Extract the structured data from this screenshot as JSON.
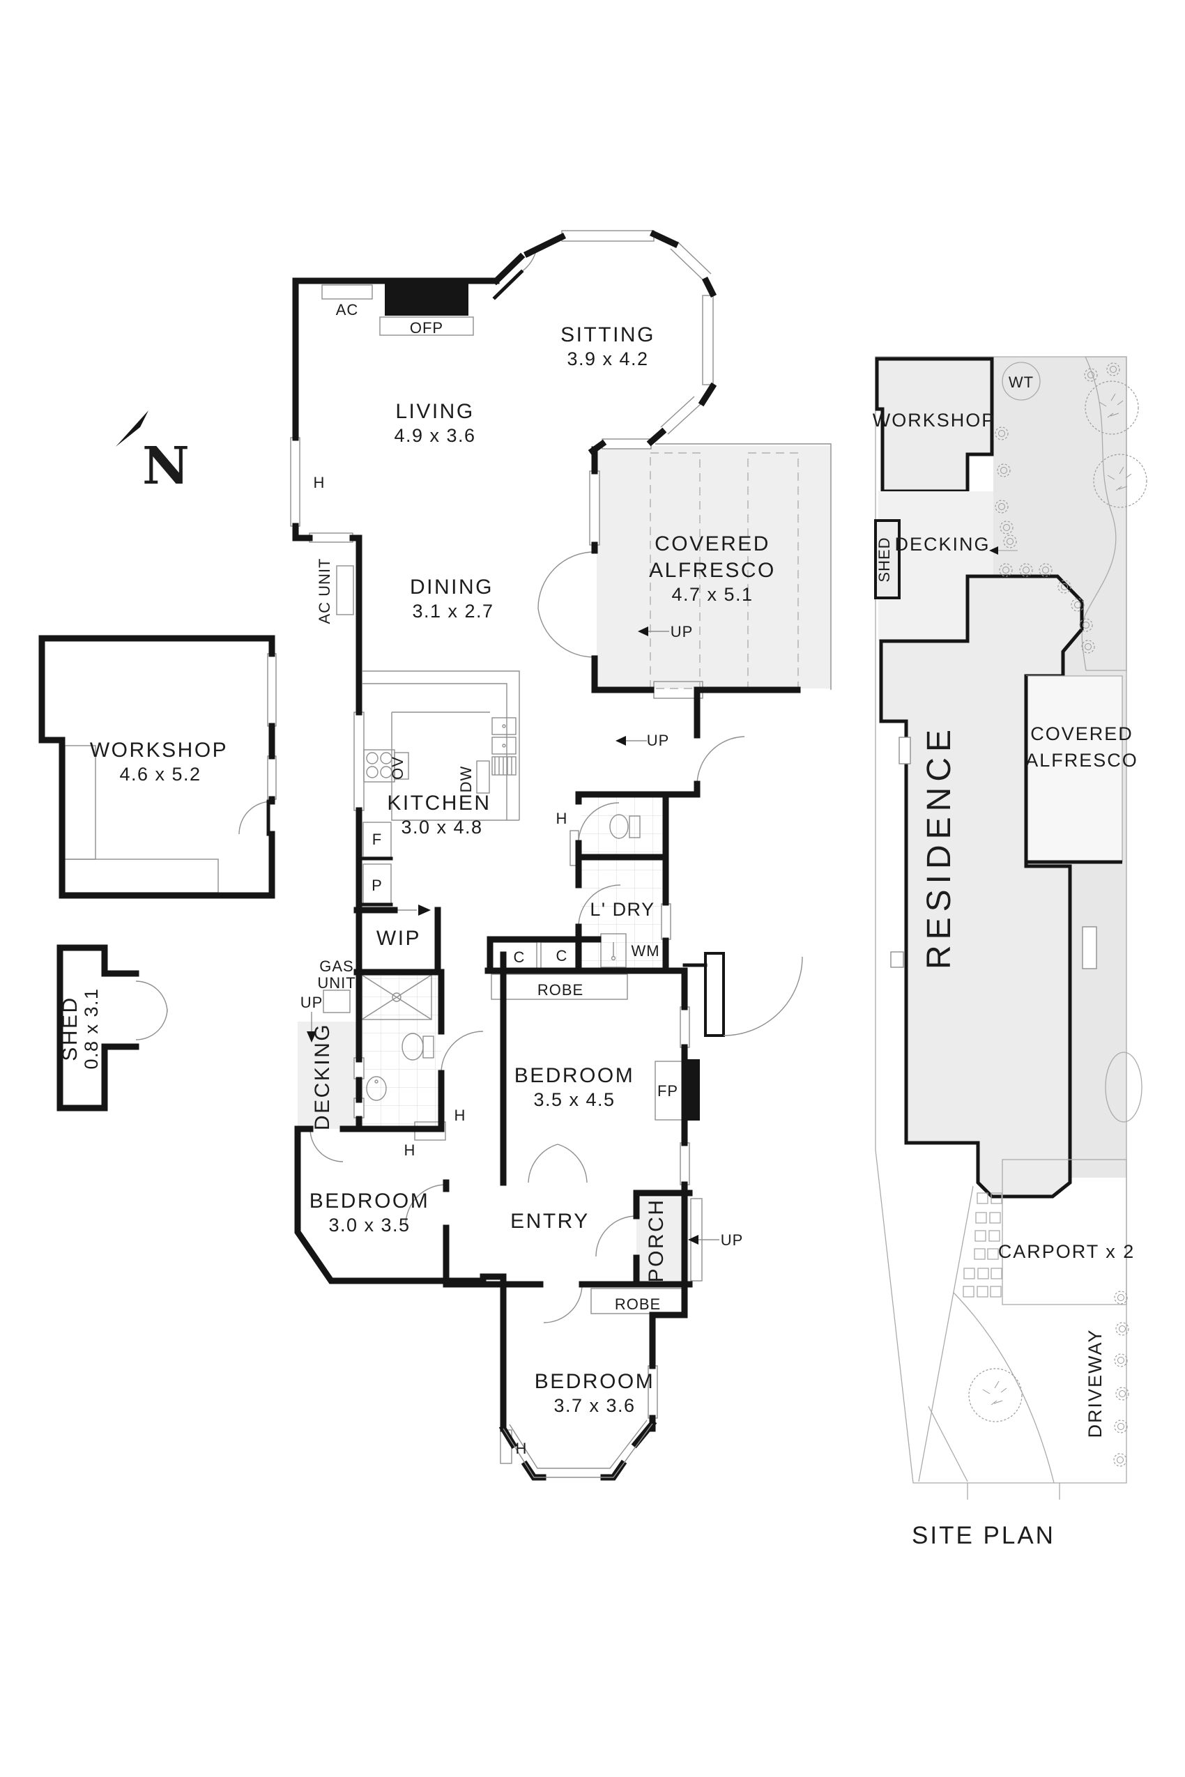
{
  "compass": {
    "north": "N"
  },
  "floor_plan": {
    "rooms": {
      "sitting": {
        "name": "SITTING",
        "dims": "3.9 x 4.2"
      },
      "living": {
        "name": "LIVING",
        "dims": "4.9 x 3.6"
      },
      "dining": {
        "name": "DINING",
        "dims": "3.1 x 2.7"
      },
      "kitchen": {
        "name": "KITCHEN",
        "dims": "3.0 x 4.8"
      },
      "covered_alfresco": {
        "line1": "COVERED",
        "line2": "ALFRESCO",
        "dims": "4.7 x 5.1"
      },
      "laundry": {
        "name": "L' DRY"
      },
      "wip": {
        "name": "WIP"
      },
      "bedroom_main": {
        "name": "BEDROOM",
        "dims": "3.5 x 4.5"
      },
      "bedroom_west": {
        "name": "BEDROOM",
        "dims": "3.0 x 3.5"
      },
      "bedroom_south": {
        "name": "BEDROOM",
        "dims": "3.7 x 3.6"
      },
      "entry": {
        "name": "ENTRY"
      },
      "porch": {
        "name": "PORCH"
      },
      "decking": {
        "name": "DECKING"
      },
      "workshop": {
        "name": "WORKSHOP",
        "dims": "4.6 x 5.2"
      },
      "shed": {
        "name": "SHED",
        "dims": "0.8 x 3.1"
      }
    },
    "labels": {
      "ac": "AC",
      "ofp": "OFP",
      "ac_unit": "AC UNIT",
      "ov": "OV",
      "dw": "DW",
      "f": "F",
      "p": "P",
      "gas_line1": "GAS",
      "gas_line2": "UNIT",
      "up": "UP",
      "c": "C",
      "wm": "WM",
      "robe": "ROBE",
      "fp": "FP",
      "h": "H"
    }
  },
  "site_plan": {
    "title": "SITE PLAN",
    "labels": {
      "workshop": "WORKSHOP",
      "water_tank": "WT",
      "shed": "SHED",
      "decking": "DECKING",
      "residence": "RESIDENCE",
      "alfresco_line1": "COVERED",
      "alfresco_line2": "ALFRESCO",
      "carport": "CARPORT x 2",
      "driveway": "DRIVEWAY"
    }
  },
  "colors": {
    "wall": "#151515",
    "area_fill": "#efefef",
    "site_fill": "#ececec",
    "path_fill": "#e7e7e7"
  }
}
